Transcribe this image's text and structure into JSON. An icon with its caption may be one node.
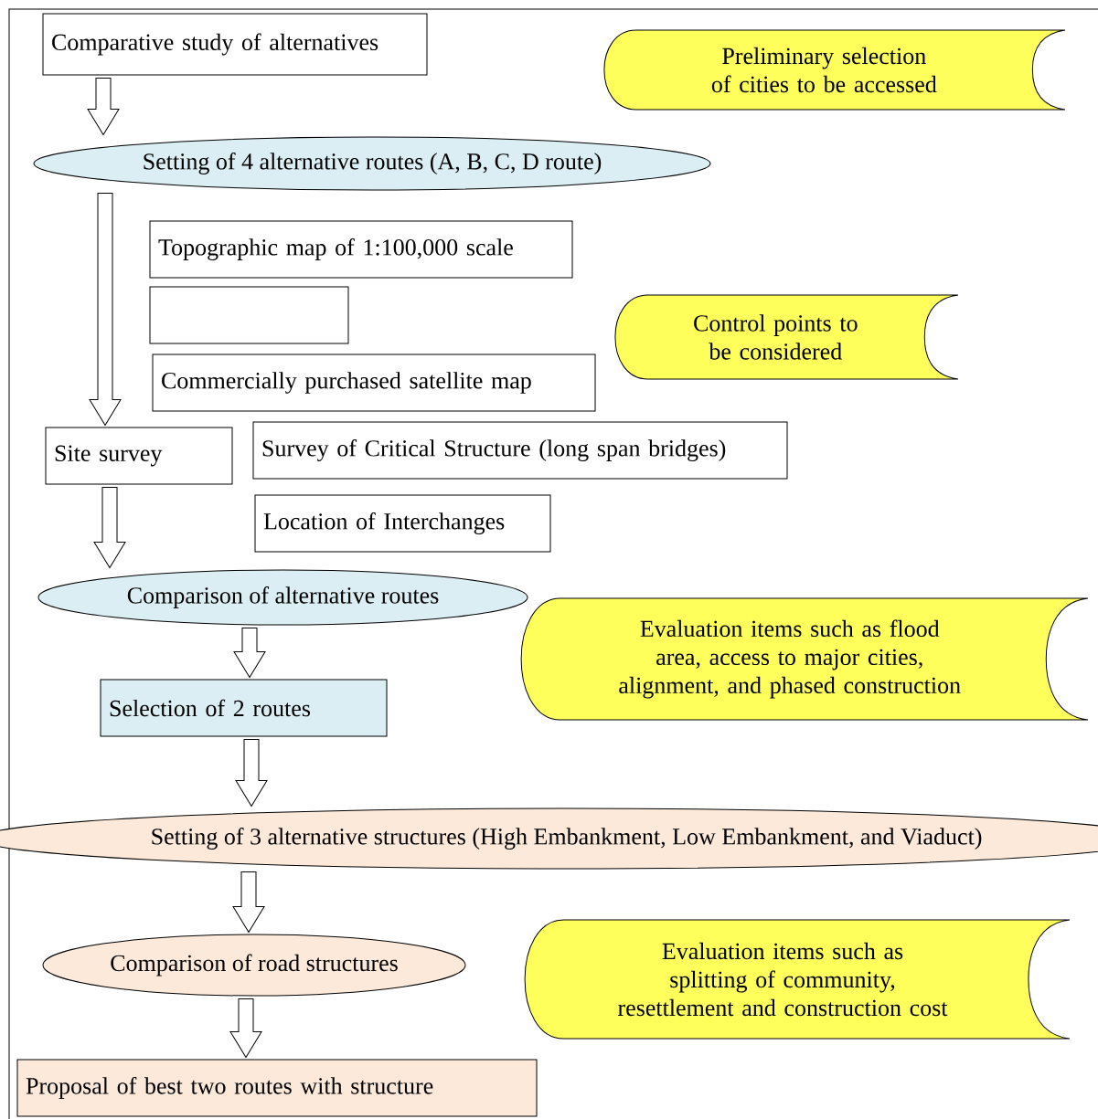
{
  "diagram": {
    "nodes": [
      {
        "text": [
          "Comparative study of alternatives"
        ]
      },
      {
        "text": [
          "Preliminary selection of cities to be accessed"
        ]
      },
      {
        "text": [
          "Setting of 4 alternative routes (A, B, C, D route)"
        ]
      },
      {
        "text": [
          "Topographic map of 1:100,000 scale"
        ]
      },
      {
        "text": [],
        "shape": "box"
      },
      {
        "text": [
          "Control points to be considered"
        ]
      },
      {
        "text": [
          "Commercially purchased satellite map"
        ]
      },
      {
        "text": [
          "Site survey"
        ]
      },
      {
        "text": [
          "Survey of Critical Structure (long span bridges)"
        ]
      },
      {
        "text": [
          "Location of Interchanges"
        ]
      },
      {
        "text": [
          "Comparison of alternative routes"
        ]
      },
      {
        "text": [
          "Evaluation items such as flood area, access to major cities, alignment, and phased construction"
        ]
      },
      {
        "text": [
          "Selection of 2 routes"
        ]
      },
      {
        "text": [
          "Setting of 3 alternative structures (High Embankment, Low Embankment, and Viaduct)"
        ]
      },
      {
        "text": [
          "Comparison of road structures"
        ]
      },
      {
        "text": [
          "Evaluation items such as splitting of community, resettlement and construction cost"
        ]
      },
      {
        "text": [
          "Proposal of best two routes with structure"
        ]
      }
    ],
    "edges": [
      {
        "from": 0,
        "to": 2,
        "arrow": "to"
      },
      {
        "from": 2,
        "to": 7,
        "arrow": "to"
      },
      {
        "from": 7,
        "to": 10,
        "arrow": "to"
      },
      {
        "from": 10,
        "to": 12,
        "arrow": "to"
      },
      {
        "from": 12,
        "to": 13,
        "arrow": "to"
      },
      {
        "from": 13,
        "to": 14,
        "arrow": "to"
      },
      {
        "from": 14,
        "to": 16,
        "arrow": "to"
      }
    ]
  }
}
